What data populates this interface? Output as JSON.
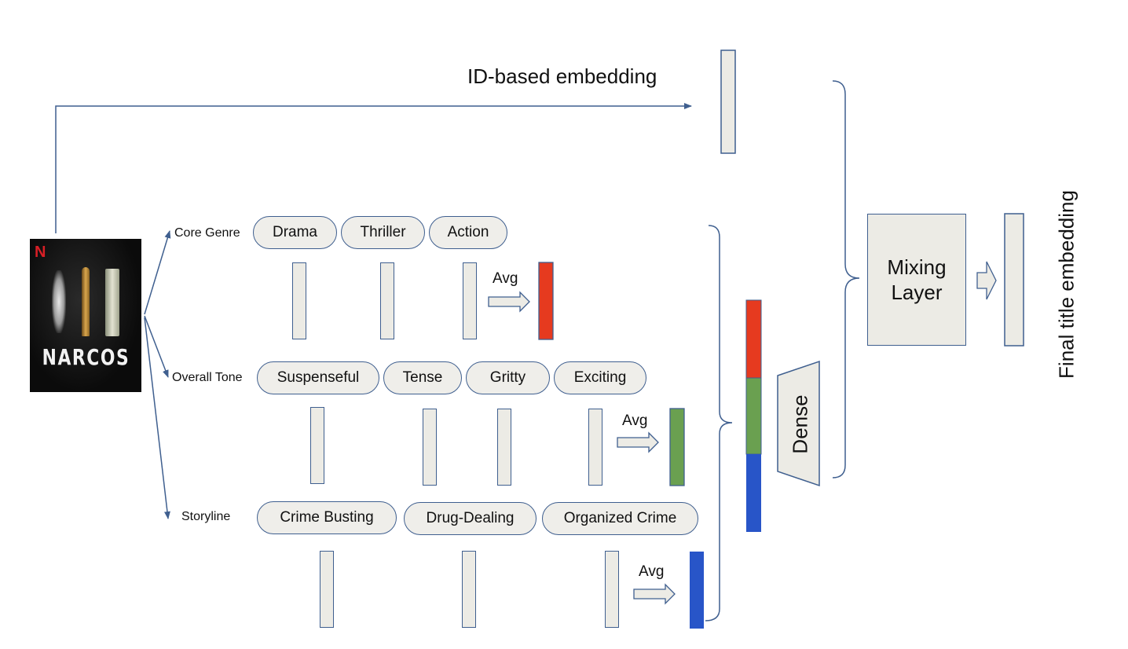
{
  "title_poster": {
    "brand_logo": "N",
    "title": "NARCOS",
    "brand_color": "#d81f26"
  },
  "id_branch": {
    "label": "ID-based embedding"
  },
  "categories": [
    {
      "name": "Core Genre",
      "tags": [
        "Drama",
        "Thriller",
        "Action"
      ],
      "avg_label": "Avg",
      "color": "#e63a1f"
    },
    {
      "name": "Overall Tone",
      "tags": [
        "Suspenseful",
        "Tense",
        "Gritty",
        "Exciting"
      ],
      "avg_label": "Avg",
      "color": "#6aa050"
    },
    {
      "name": "Storyline",
      "tags": [
        "Crime Busting",
        "Drug-Dealing",
        "Organized Crime"
      ],
      "avg_label": "Avg",
      "color": "#2855c8"
    }
  ],
  "dense_layer": {
    "label": "Dense"
  },
  "mixing_layer": {
    "line1": "Mixing",
    "line2": "Layer"
  },
  "output": {
    "label": "Final title embedding"
  },
  "colors": {
    "stroke": "#3f5f8f",
    "box_fill": "#ecebe5",
    "genre": "#e63a1f",
    "tone": "#6aa050",
    "storyline": "#2855c8"
  }
}
